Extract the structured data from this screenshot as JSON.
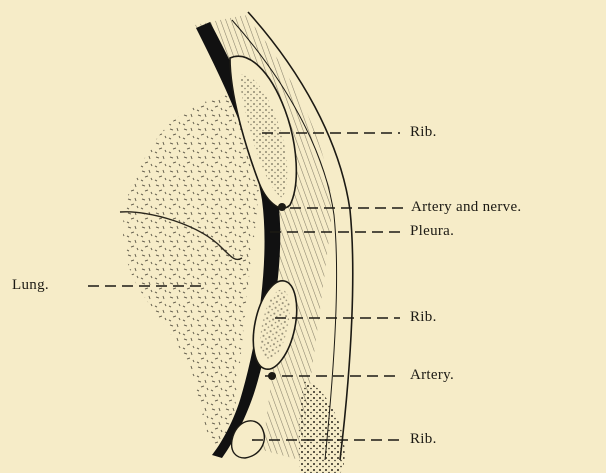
{
  "labels": {
    "rib_top": "Rib.",
    "artery_and_nerve": "Artery and nerve.",
    "pleura": "Pleura.",
    "lung": "Lung.",
    "rib_middle": "Rib.",
    "artery": "Artery.",
    "rib_bottom": "Rib."
  },
  "colors": {
    "paper": "#f6ecc8",
    "ink": "#1c1a14"
  }
}
